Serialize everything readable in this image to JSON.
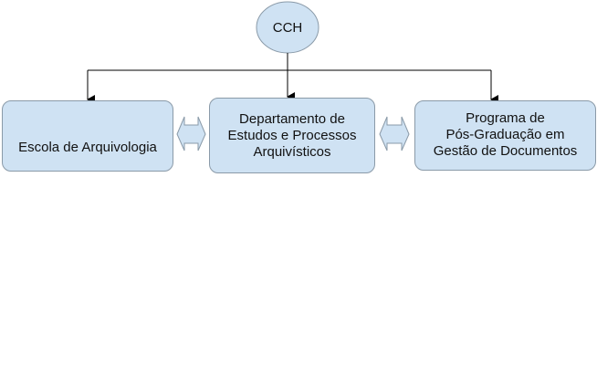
{
  "diagram": {
    "root": {
      "label": "CCH"
    },
    "nodes": [
      {
        "lines": [
          "Escola de Arquivologia"
        ]
      },
      {
        "lines": [
          "Departamento de",
          "Estudos e Processos",
          "Arquivísticos"
        ]
      },
      {
        "lines": [
          "Programa de",
          "Pós-Graduação em",
          "Gestão de Documentos"
        ]
      }
    ],
    "edges": [
      {
        "from": "CCH",
        "to": "Escola de Arquivologia",
        "type": "arrow"
      },
      {
        "from": "CCH",
        "to": "Departamento de Estudos e Processos Arquivísticos",
        "type": "arrow"
      },
      {
        "from": "CCH",
        "to": "Programa de Pós-Graduação em Gestão de Documentos",
        "type": "arrow"
      },
      {
        "from": "Escola de Arquivologia",
        "to": "Departamento de Estudos e Processos Arquivísticos",
        "type": "double-arrow"
      },
      {
        "from": "Departamento de Estudos e Processos Arquivísticos",
        "to": "Programa de Pós-Graduação em Gestão de Documentos",
        "type": "double-arrow"
      }
    ],
    "colors": {
      "fill": "#cfe2f3",
      "stroke": "#8a9aa8",
      "line": "#000000"
    }
  }
}
